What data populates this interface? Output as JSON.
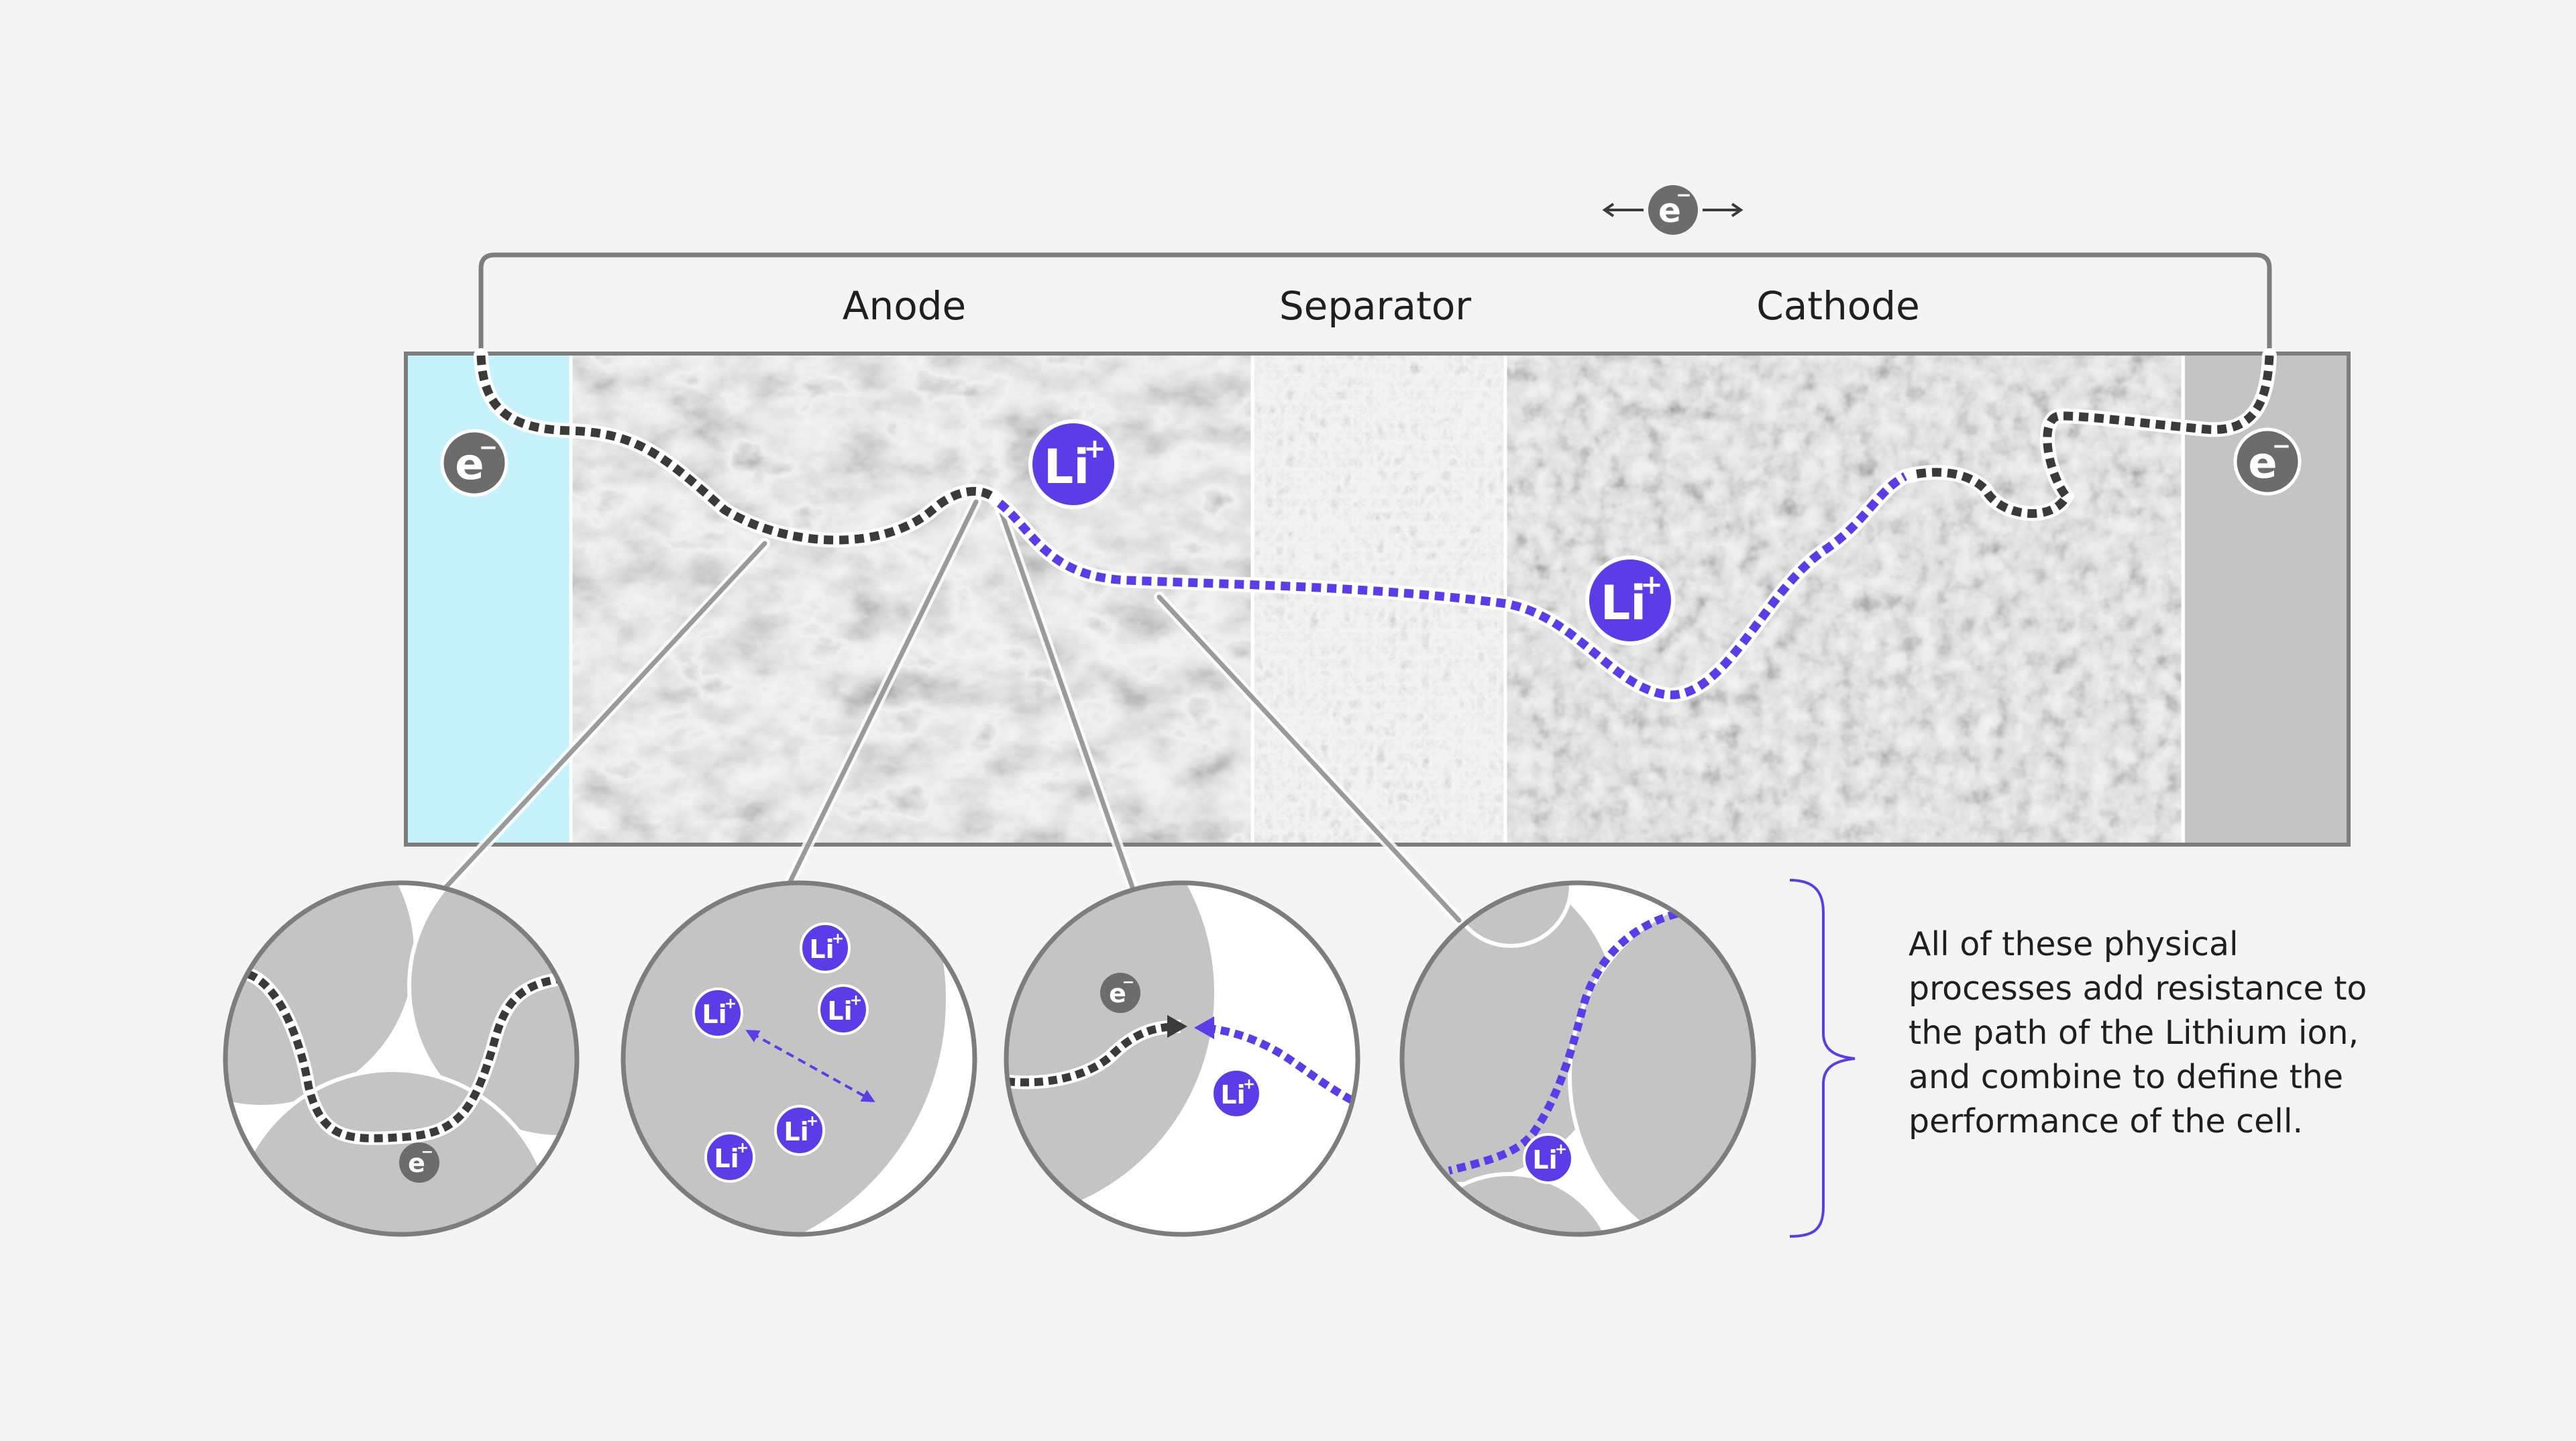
{
  "labels": {
    "anode": "Anode",
    "separator": "Separator",
    "cathode": "Cathode"
  },
  "particles": {
    "electron_base": "e",
    "electron_sup": "−",
    "lithium_base": "Li",
    "lithium_sup": "+"
  },
  "summary": "All of these physical processes add resistance to the path of the Lithium ion, and combine to define the performance of the cell.",
  "colors": {
    "background": "#f4f4f4",
    "anode_collector": "#c6f2fb",
    "cathode_collector": "#c4c4c4",
    "lithium": "#5b3de8",
    "electron": "#6c6c6c",
    "electron_path": "#3a3a3a",
    "frame": "#7d7d7d",
    "bracket": "#5b3de8"
  },
  "icons": {
    "arrow_left": "arrow-left-icon",
    "arrow_right": "arrow-right-icon",
    "bracket": "curly-brace-icon"
  }
}
